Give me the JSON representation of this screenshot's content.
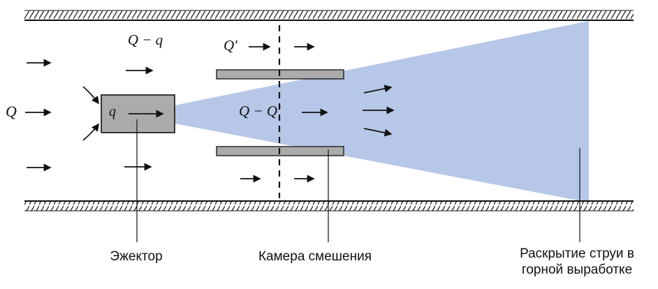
{
  "diagram": {
    "flow_labels": {
      "total_inflow": "Q",
      "bypass_flow": "Q − q",
      "ejector_flow": "q",
      "induced_flow": "Q′",
      "residual_flow": "Q − Q′"
    },
    "callouts": {
      "ejector": "Эжектор",
      "mixing_chamber": "Камера смешения",
      "jet_expansion": "Раскрытие струи в горной выработке"
    },
    "colors": {
      "jet_fill": "#b7c7e8",
      "metal_fill": "#ababab",
      "line": "#111111"
    }
  }
}
